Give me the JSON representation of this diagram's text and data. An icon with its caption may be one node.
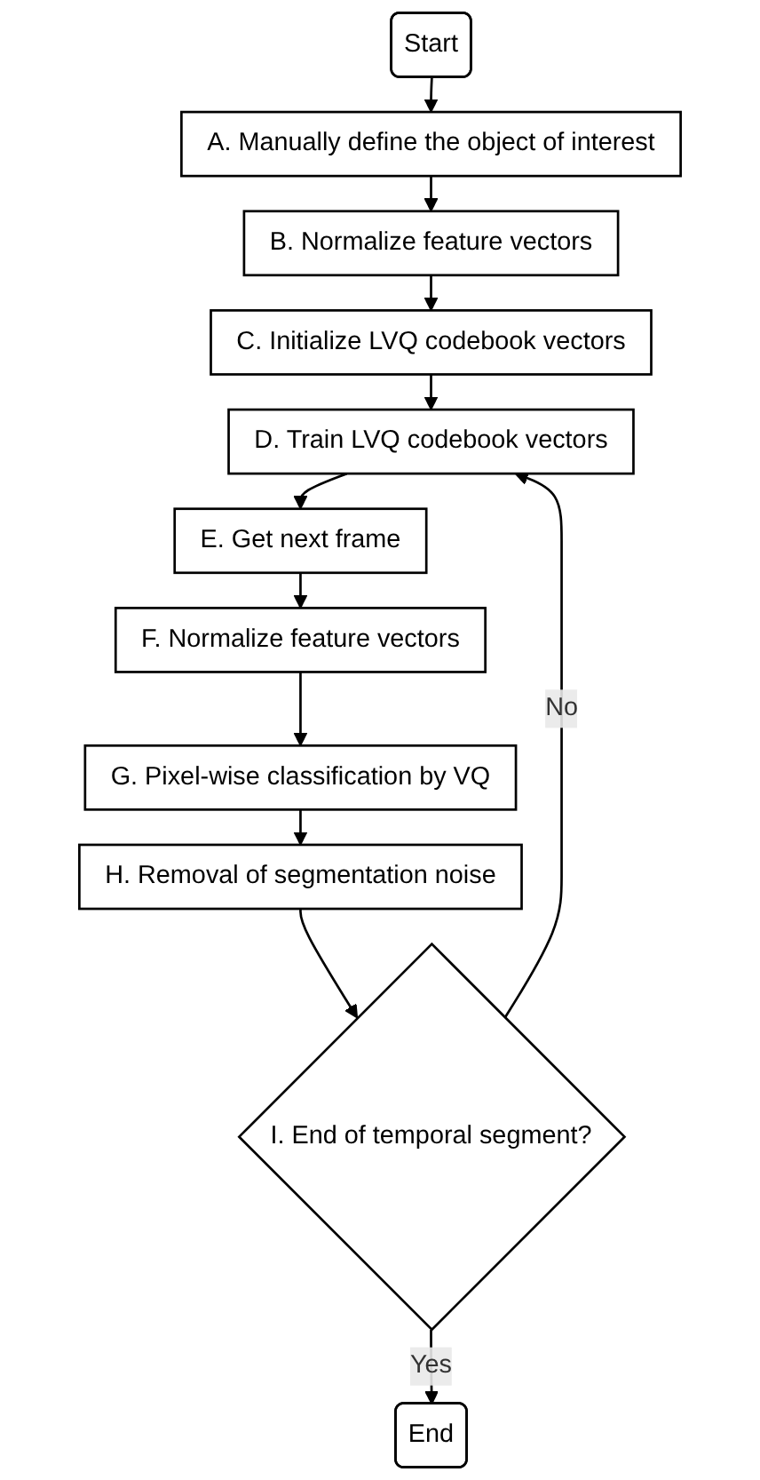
{
  "diagram": {
    "nodes": [
      {
        "text": [
          "Start"
        ]
      },
      {
        "text": [
          "A. Manually define the object of interest"
        ]
      },
      {
        "text": [
          "B. Normalize feature vectors"
        ]
      },
      {
        "text": [
          "C. Initialize LVQ codebook vectors"
        ]
      },
      {
        "text": [
          "D. Train LVQ codebook vectors"
        ]
      },
      {
        "text": [
          "E. Get next frame"
        ]
      },
      {
        "text": [
          "F. Normalize feature vectors"
        ]
      },
      {
        "text": [
          "G. Pixel-wise classification by VQ"
        ]
      },
      {
        "text": [
          "H. Removal of segmentation noise"
        ]
      },
      {
        "text": [
          "I. End of temporal segment?"
        ]
      },
      {
        "text": [
          "End"
        ]
      }
    ],
    "edges": [
      {
        "from": 0,
        "to": 1,
        "arrow": "to"
      },
      {
        "from": 1,
        "to": 2,
        "arrow": "to"
      },
      {
        "from": 2,
        "to": 3,
        "arrow": "to"
      },
      {
        "from": 3,
        "to": 4,
        "arrow": "to"
      },
      {
        "from": 4,
        "to": 5,
        "arrow": "to"
      },
      {
        "from": 5,
        "to": 6,
        "arrow": "to"
      },
      {
        "from": 6,
        "to": 7,
        "arrow": "to"
      },
      {
        "from": 7,
        "to": 8,
        "arrow": "to"
      },
      {
        "from": 8,
        "to": 9,
        "arrow": "to"
      },
      {
        "from": 9,
        "to": 4,
        "arrow": "to",
        "label": "No"
      },
      {
        "from": 9,
        "to": 10,
        "arrow": "to",
        "label": "Yes"
      }
    ]
  }
}
